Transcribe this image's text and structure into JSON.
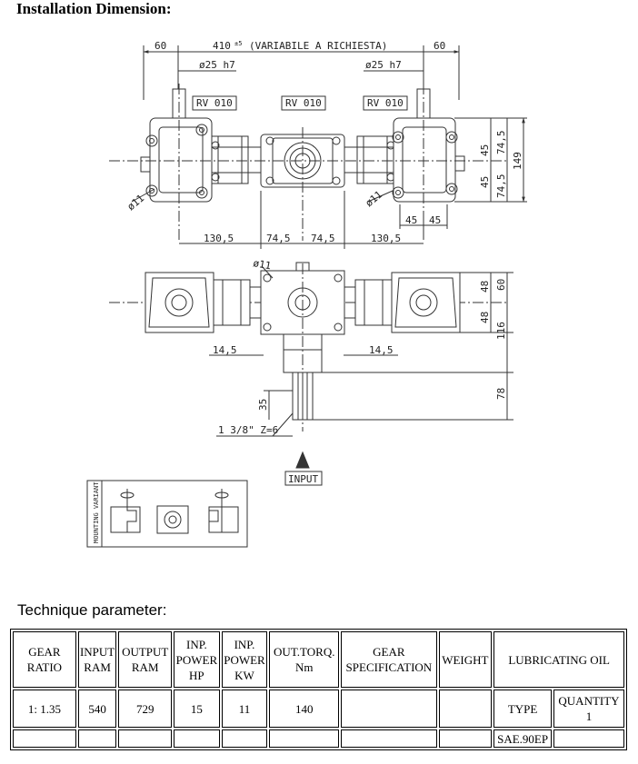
{
  "title": "Installation Dimension:",
  "drawing": {
    "top_dim_center": "410",
    "top_dim_sup": "±5",
    "top_dim_note": "(VARIABILE A RICHIESTA)",
    "left_offset": "60",
    "right_offset": "60",
    "shaft_left": "ø25 h7",
    "shaft_right": "ø25 h7",
    "gearbox_labels": [
      "RV 010",
      "RV 010",
      "RV 010"
    ],
    "hole_left": "ø11",
    "hole_right": "ø11",
    "hole_bottom": "ø11",
    "right_dims": [
      "45",
      "45",
      "74,5",
      "74,5",
      "149"
    ],
    "bottom_right_dims": [
      "45",
      "45"
    ],
    "bottom_dims": [
      "130,5",
      "74,5",
      "74,5",
      "130,5"
    ],
    "side_offsets": [
      "14,5",
      "14,5"
    ],
    "right_side_dims": [
      "48",
      "48",
      "60",
      "116",
      "78"
    ],
    "shaft_length": "35",
    "spline": "1 3/8\" Z=6",
    "input_label": "INPUT",
    "mounting_variant": "MOUNTING VARIANT"
  },
  "section_title": "Technique parameter:",
  "table": {
    "headers": {
      "gear_ratio": [
        "GEAR",
        "RATIO"
      ],
      "input_ram": [
        "INPUT",
        "RAM"
      ],
      "output_ram": [
        "OUTPUT",
        "RAM"
      ],
      "inp_power_hp": [
        "INP.",
        "POWER",
        "HP"
      ],
      "inp_power_kw": [
        "INP.",
        "POWER",
        "KW"
      ],
      "out_torq": [
        "OUT.TORQ.",
        "Nm"
      ],
      "gear_spec": [
        "GEAR",
        "SPECIFICATION"
      ],
      "weight": "WEIGHT",
      "lubricating_oil": "LUBRICATING OIL"
    },
    "values": {
      "gear_ratio": "1: 1.35",
      "input_ram": "540",
      "output_ram": "729",
      "inp_power_hp": "15",
      "inp_power_kw": "11",
      "out_torq": "140",
      "gear_spec": "",
      "weight": "",
      "oil_type_label": "TYPE",
      "oil_quantity_label": "QUANTITY",
      "oil_quantity": "1",
      "oil_type": "SAE.90EP"
    }
  }
}
